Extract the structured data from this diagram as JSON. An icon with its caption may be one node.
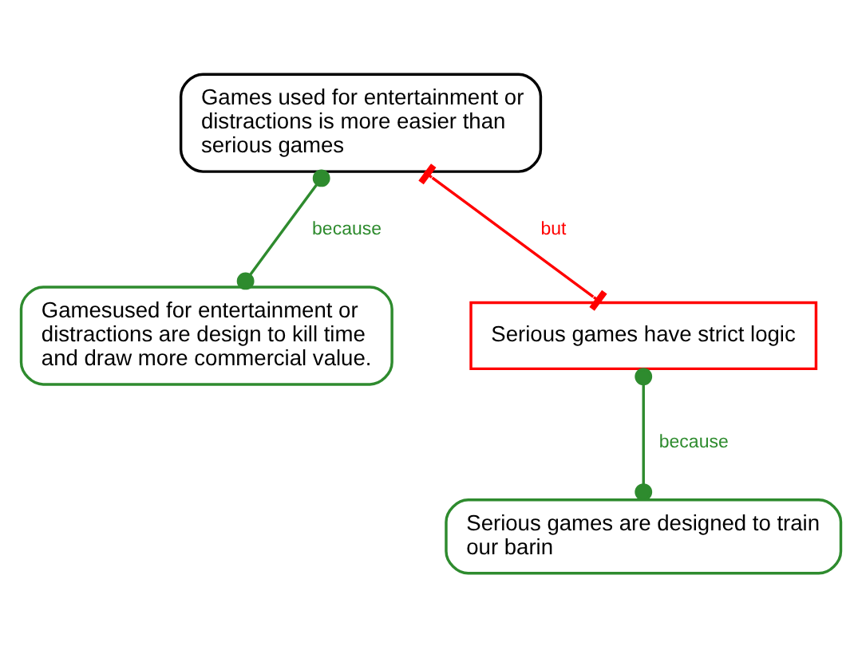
{
  "diagram": {
    "nodes": [
      {
        "text": [
          "Games used for entertainment or distractions is more easier than serious games"
        ]
      },
      {
        "text": [
          "Gamesused for entertainment or distractions are design to kill time and draw more commercial value."
        ]
      },
      {
        "text": [
          "Serious games have strict logic"
        ]
      },
      {
        "text": [
          "Serious games are designed to train our barin"
        ]
      }
    ],
    "edges": [
      {
        "from": 1,
        "to": 0,
        "arrow": "other",
        "label": "because"
      },
      {
        "from": 2,
        "to": 0,
        "arrow": "other",
        "label": "but",
        "color": "#ff0000"
      },
      {
        "from": 3,
        "to": 2,
        "arrow": "other",
        "label": "because"
      }
    ]
  }
}
